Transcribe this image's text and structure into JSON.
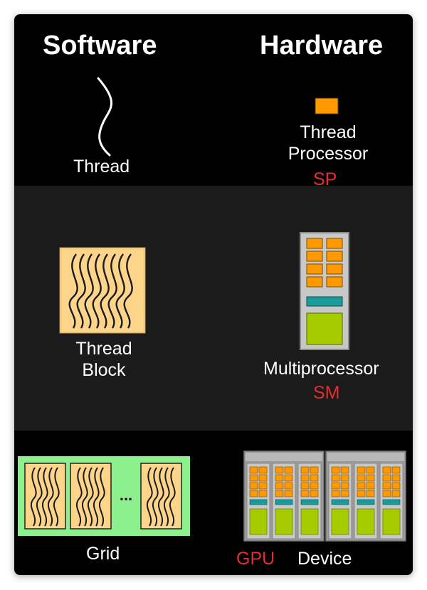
{
  "headers": {
    "software": "Software",
    "hardware": "Hardware"
  },
  "rows": [
    {
      "software_label": "Thread",
      "hardware_label": "Thread Processor",
      "hardware_label_lines": [
        "Thread",
        "Processor"
      ],
      "hardware_abbr": "SP"
    },
    {
      "software_label": "Thread Block",
      "software_label_lines": [
        "Thread",
        "Block"
      ],
      "hardware_label": "Multiprocessor",
      "hardware_abbr": "SM"
    },
    {
      "software_label": "Grid",
      "grid_ellipsis": "...",
      "hardware_label": "Device",
      "hardware_abbr": "GPU"
    }
  ],
  "colors": {
    "background": "#000000",
    "middle_band": "#1b1b1b",
    "block_fill": "#fdd58a",
    "grid_fill": "#8cf08c",
    "core_orange": "#ff9900",
    "sm_gray": "#c8c8c8",
    "teal_bar": "#1a9a9a",
    "lime": "#a6cc00",
    "abbr_red": "#e3302c"
  }
}
